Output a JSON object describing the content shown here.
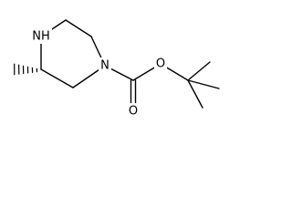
{
  "molecule": {
    "atoms": {
      "nh": "NH",
      "n_ring": "N",
      "o_ester": "O",
      "o_carbonyl": "O"
    },
    "colors": {
      "bond": "#000000",
      "label": "#000000",
      "background": "#ffffff"
    },
    "stereo": {
      "methyl_bond": "hashed-wedge"
    }
  }
}
